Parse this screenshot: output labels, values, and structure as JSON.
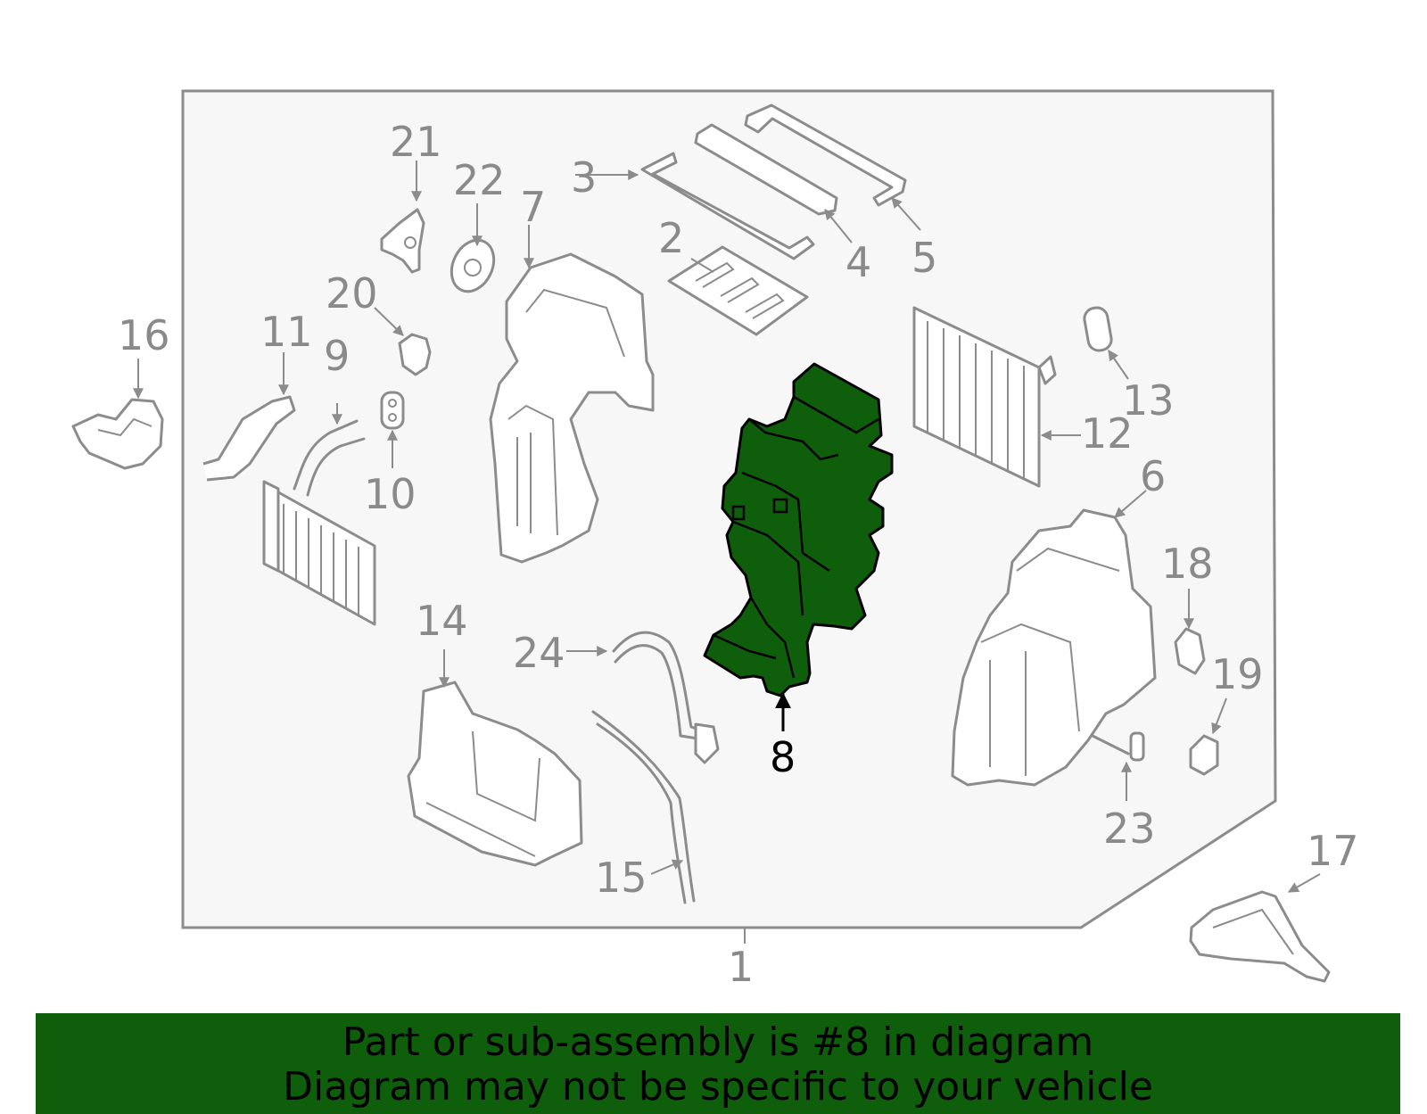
{
  "diagram": {
    "highlight_color": "#0f5e0c",
    "callouts": [
      "1",
      "2",
      "3",
      "4",
      "5",
      "6",
      "7",
      "8",
      "9",
      "10",
      "11",
      "12",
      "13",
      "14",
      "15",
      "16",
      "17",
      "18",
      "19",
      "20",
      "21",
      "22",
      "23",
      "24"
    ],
    "highlighted_callout": "8"
  },
  "banner": {
    "line1": "Part or sub-assembly is #8 in diagram",
    "line2": "Diagram may not be specific to your vehicle"
  }
}
